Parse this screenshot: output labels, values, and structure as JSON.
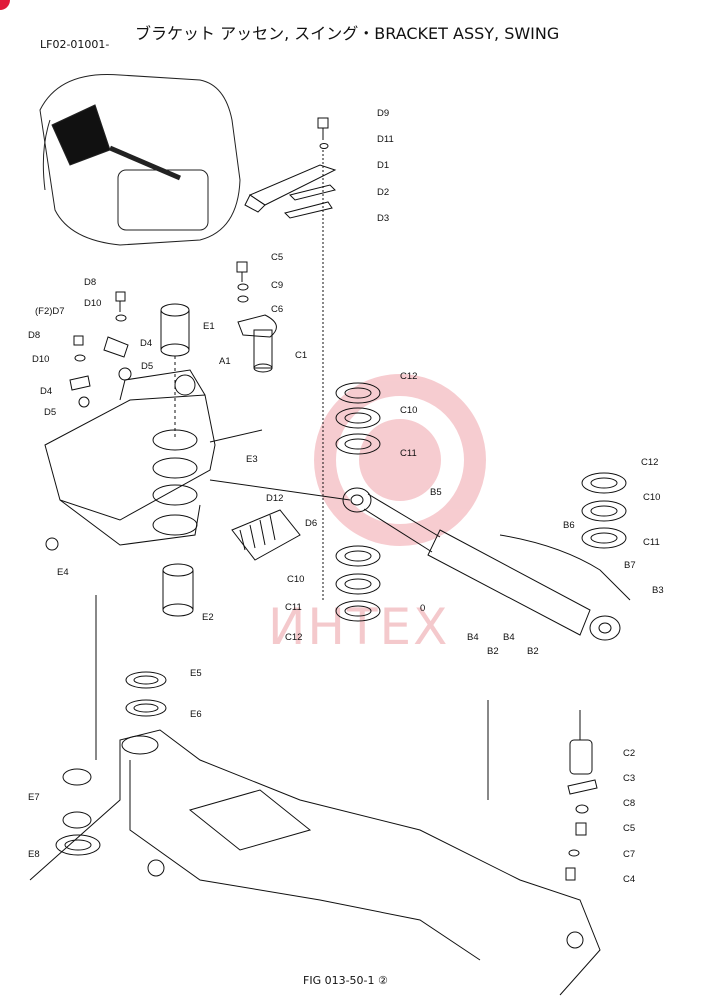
{
  "header": {
    "title": "ブラケット アッセン, スイング・BRACKET ASSY, SWING",
    "doc_id": "LF02-01001-"
  },
  "footer": {
    "fig": "FIG 013-50-1 ②"
  },
  "watermark": {
    "text": "ИНТЕХ",
    "color": "#f4c9cc"
  },
  "accent_color": "#e01a3a",
  "callouts": [
    {
      "id": "D9",
      "text": "D9"
    },
    {
      "id": "D11",
      "text": "D11"
    },
    {
      "id": "D1",
      "text": "D1"
    },
    {
      "id": "D2",
      "text": "D2"
    },
    {
      "id": "D3",
      "text": "D3"
    },
    {
      "id": "C5a",
      "text": "C5"
    },
    {
      "id": "C9",
      "text": "C9"
    },
    {
      "id": "C6",
      "text": "C6"
    },
    {
      "id": "C1",
      "text": "C1"
    },
    {
      "id": "D8a",
      "text": "D8"
    },
    {
      "id": "D10a",
      "text": "D10"
    },
    {
      "id": "F2D7",
      "text": "(F2)D7"
    },
    {
      "id": "E1",
      "text": "E1"
    },
    {
      "id": "D8b",
      "text": "D8"
    },
    {
      "id": "D4a",
      "text": "D4"
    },
    {
      "id": "D10b",
      "text": "D10"
    },
    {
      "id": "D5a",
      "text": "D5"
    },
    {
      "id": "A1",
      "text": "A1"
    },
    {
      "id": "D4b",
      "text": "D4"
    },
    {
      "id": "D5b",
      "text": "D5"
    },
    {
      "id": "C12a",
      "text": "C12"
    },
    {
      "id": "C10a",
      "text": "C10"
    },
    {
      "id": "C11a",
      "text": "C11"
    },
    {
      "id": "E3",
      "text": "E3"
    },
    {
      "id": "B5",
      "text": "B5"
    },
    {
      "id": "C12b",
      "text": "C12"
    },
    {
      "id": "C10b",
      "text": "C10"
    },
    {
      "id": "C11b",
      "text": "C11"
    },
    {
      "id": "D12",
      "text": "D12"
    },
    {
      "id": "D6",
      "text": "D6"
    },
    {
      "id": "B6",
      "text": "B6"
    },
    {
      "id": "E4",
      "text": "E4"
    },
    {
      "id": "C10c",
      "text": "C10"
    },
    {
      "id": "B7",
      "text": "B7"
    },
    {
      "id": "B3",
      "text": "B3"
    },
    {
      "id": "C11c",
      "text": "C11"
    },
    {
      "id": "zero",
      "text": "0"
    },
    {
      "id": "E2",
      "text": "E2"
    },
    {
      "id": "C12c",
      "text": "C12"
    },
    {
      "id": "B4a",
      "text": "B4"
    },
    {
      "id": "B4b",
      "text": "B4"
    },
    {
      "id": "B2a",
      "text": "B2"
    },
    {
      "id": "B2b",
      "text": "B2"
    },
    {
      "id": "E5",
      "text": "E5"
    },
    {
      "id": "E6",
      "text": "E6"
    },
    {
      "id": "C2",
      "text": "C2"
    },
    {
      "id": "C3",
      "text": "C3"
    },
    {
      "id": "E7",
      "text": "E7"
    },
    {
      "id": "C8",
      "text": "C8"
    },
    {
      "id": "C5b",
      "text": "C5"
    },
    {
      "id": "E8",
      "text": "E8"
    },
    {
      "id": "C7",
      "text": "C7"
    },
    {
      "id": "C4",
      "text": "C4"
    }
  ]
}
